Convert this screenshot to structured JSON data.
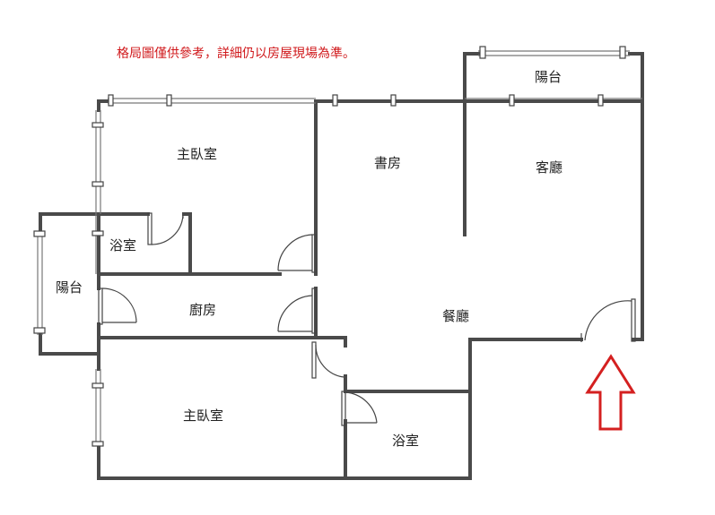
{
  "notice": "格局圖僅供參考，詳細仍以房屋現場為準。",
  "rooms": {
    "master_bedroom_top": "主臥室",
    "study": "書房",
    "living_room": "客廳",
    "balcony_top": "陽台",
    "bathroom_left": "浴室",
    "balcony_left": "陽台",
    "kitchen": "廚房",
    "dining_room": "餐廳",
    "master_bedroom_bottom": "主臥室",
    "bathroom_bottom": "浴室"
  },
  "entrance_arrow": {
    "color": "#d42020"
  },
  "colors": {
    "walls": "#4a4a4a",
    "notice_text": "#d0181b"
  }
}
